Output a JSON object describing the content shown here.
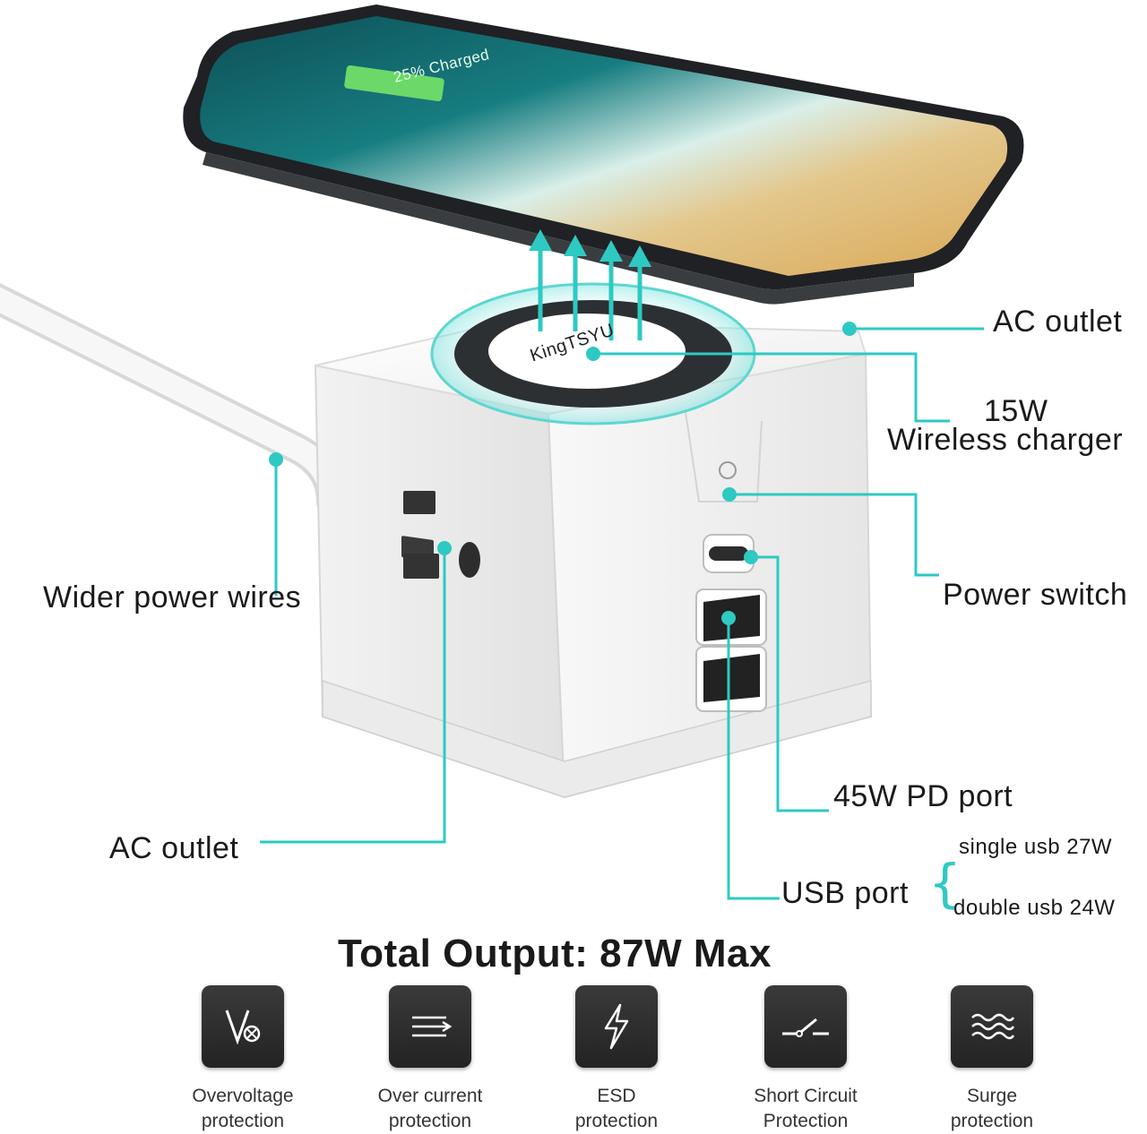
{
  "phone": {
    "status_text": "25% Charged"
  },
  "device": {
    "brand": "KingTSYU"
  },
  "callouts": {
    "ac_outlet_top": "AC outlet",
    "wireless_watt": "15W",
    "wireless_label": "Wireless charger",
    "power_switch": "Power switch",
    "wider_wires": "Wider power wires",
    "pd_port": "45W PD port",
    "ac_outlet_bottom": "AC outlet",
    "usb_port": "USB port",
    "usb_single": "single usb 27W",
    "usb_double": "double usb 24W"
  },
  "headline": "Total Output: 87W Max",
  "features": [
    {
      "icon": "overvoltage-icon",
      "label": "Overvoltage\nprotection"
    },
    {
      "icon": "over-current-icon",
      "label": "Over current\nprotection"
    },
    {
      "icon": "lightning-icon",
      "label": "ESD\nprotection"
    },
    {
      "icon": "switch-icon",
      "label": "Short Circuit\nProtection"
    },
    {
      "icon": "wave-icon",
      "label": "Surge\nprotection"
    }
  ],
  "colors": {
    "accent": "#2ec9c3",
    "icon_bg": "#2b2b2b",
    "cube": "#f4f4f4"
  }
}
